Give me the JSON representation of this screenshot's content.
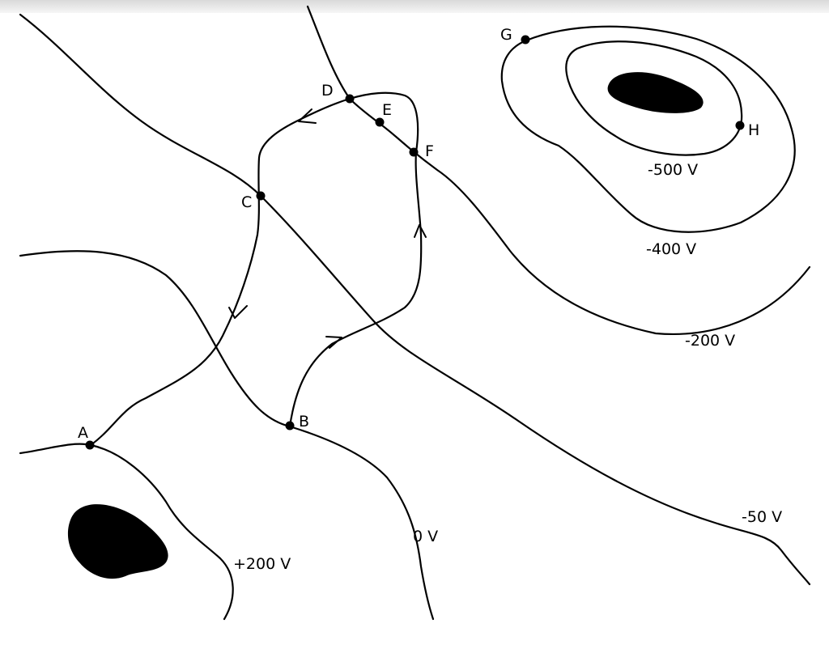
{
  "points": [
    {
      "id": "A",
      "label": "A"
    },
    {
      "id": "B",
      "label": "B"
    },
    {
      "id": "C",
      "label": "C"
    },
    {
      "id": "D",
      "label": "D"
    },
    {
      "id": "E",
      "label": "E"
    },
    {
      "id": "F",
      "label": "F"
    },
    {
      "id": "G",
      "label": "G"
    },
    {
      "id": "H",
      "label": "H"
    }
  ],
  "equipotentials": [
    {
      "id": "plus200",
      "label": "+200 V"
    },
    {
      "id": "zero",
      "label": "0 V"
    },
    {
      "id": "minus50",
      "label": "-50 V"
    },
    {
      "id": "minus200",
      "label": "-200 V"
    },
    {
      "id": "minus400",
      "label": "-400 V"
    },
    {
      "id": "minus500",
      "label": "-500 V"
    }
  ],
  "colors": {
    "line": "#000000",
    "background": "#ffffff"
  }
}
